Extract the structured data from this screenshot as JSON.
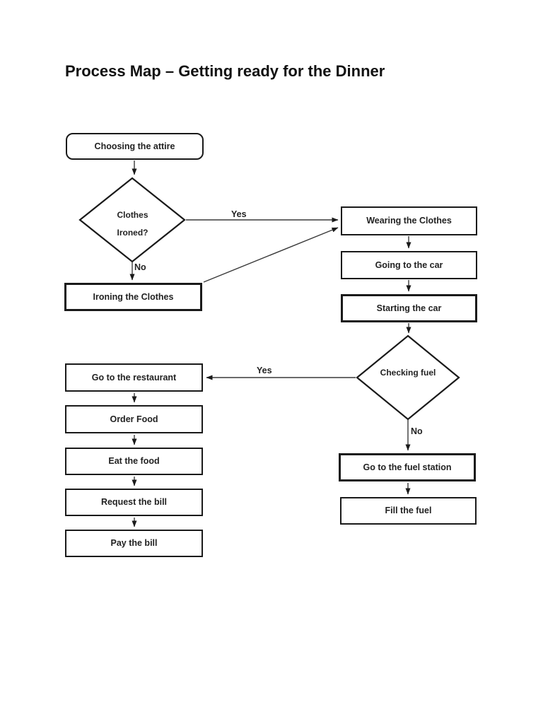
{
  "title": "Process Map – Getting ready for the Dinner",
  "nodes": {
    "choosing_attire": "Choosing the attire",
    "clothes_ironed": "Clothes Ironed?",
    "wearing_clothes": "Wearing the Clothes",
    "ironing_clothes": "Ironing the Clothes",
    "going_to_car": "Going to the car",
    "starting_car": "Starting the car",
    "checking_fuel": "Checking fuel",
    "go_to_restaurant": "Go to the restaurant",
    "order_food": "Order Food",
    "eat_food": "Eat the food",
    "request_bill": "Request the bill",
    "pay_bill": "Pay the bill",
    "go_to_fuel_station": "Go to the fuel station",
    "fill_fuel": "Fill the fuel"
  },
  "edge_labels": {
    "ironed_yes": "Yes",
    "ironed_no": "No",
    "fuel_yes": "Yes",
    "fuel_no": "No"
  },
  "colors": {
    "background": "#ffffff",
    "shape_border": "#1a1a1a",
    "connector": "#3a3a3a",
    "text": "#222222"
  }
}
